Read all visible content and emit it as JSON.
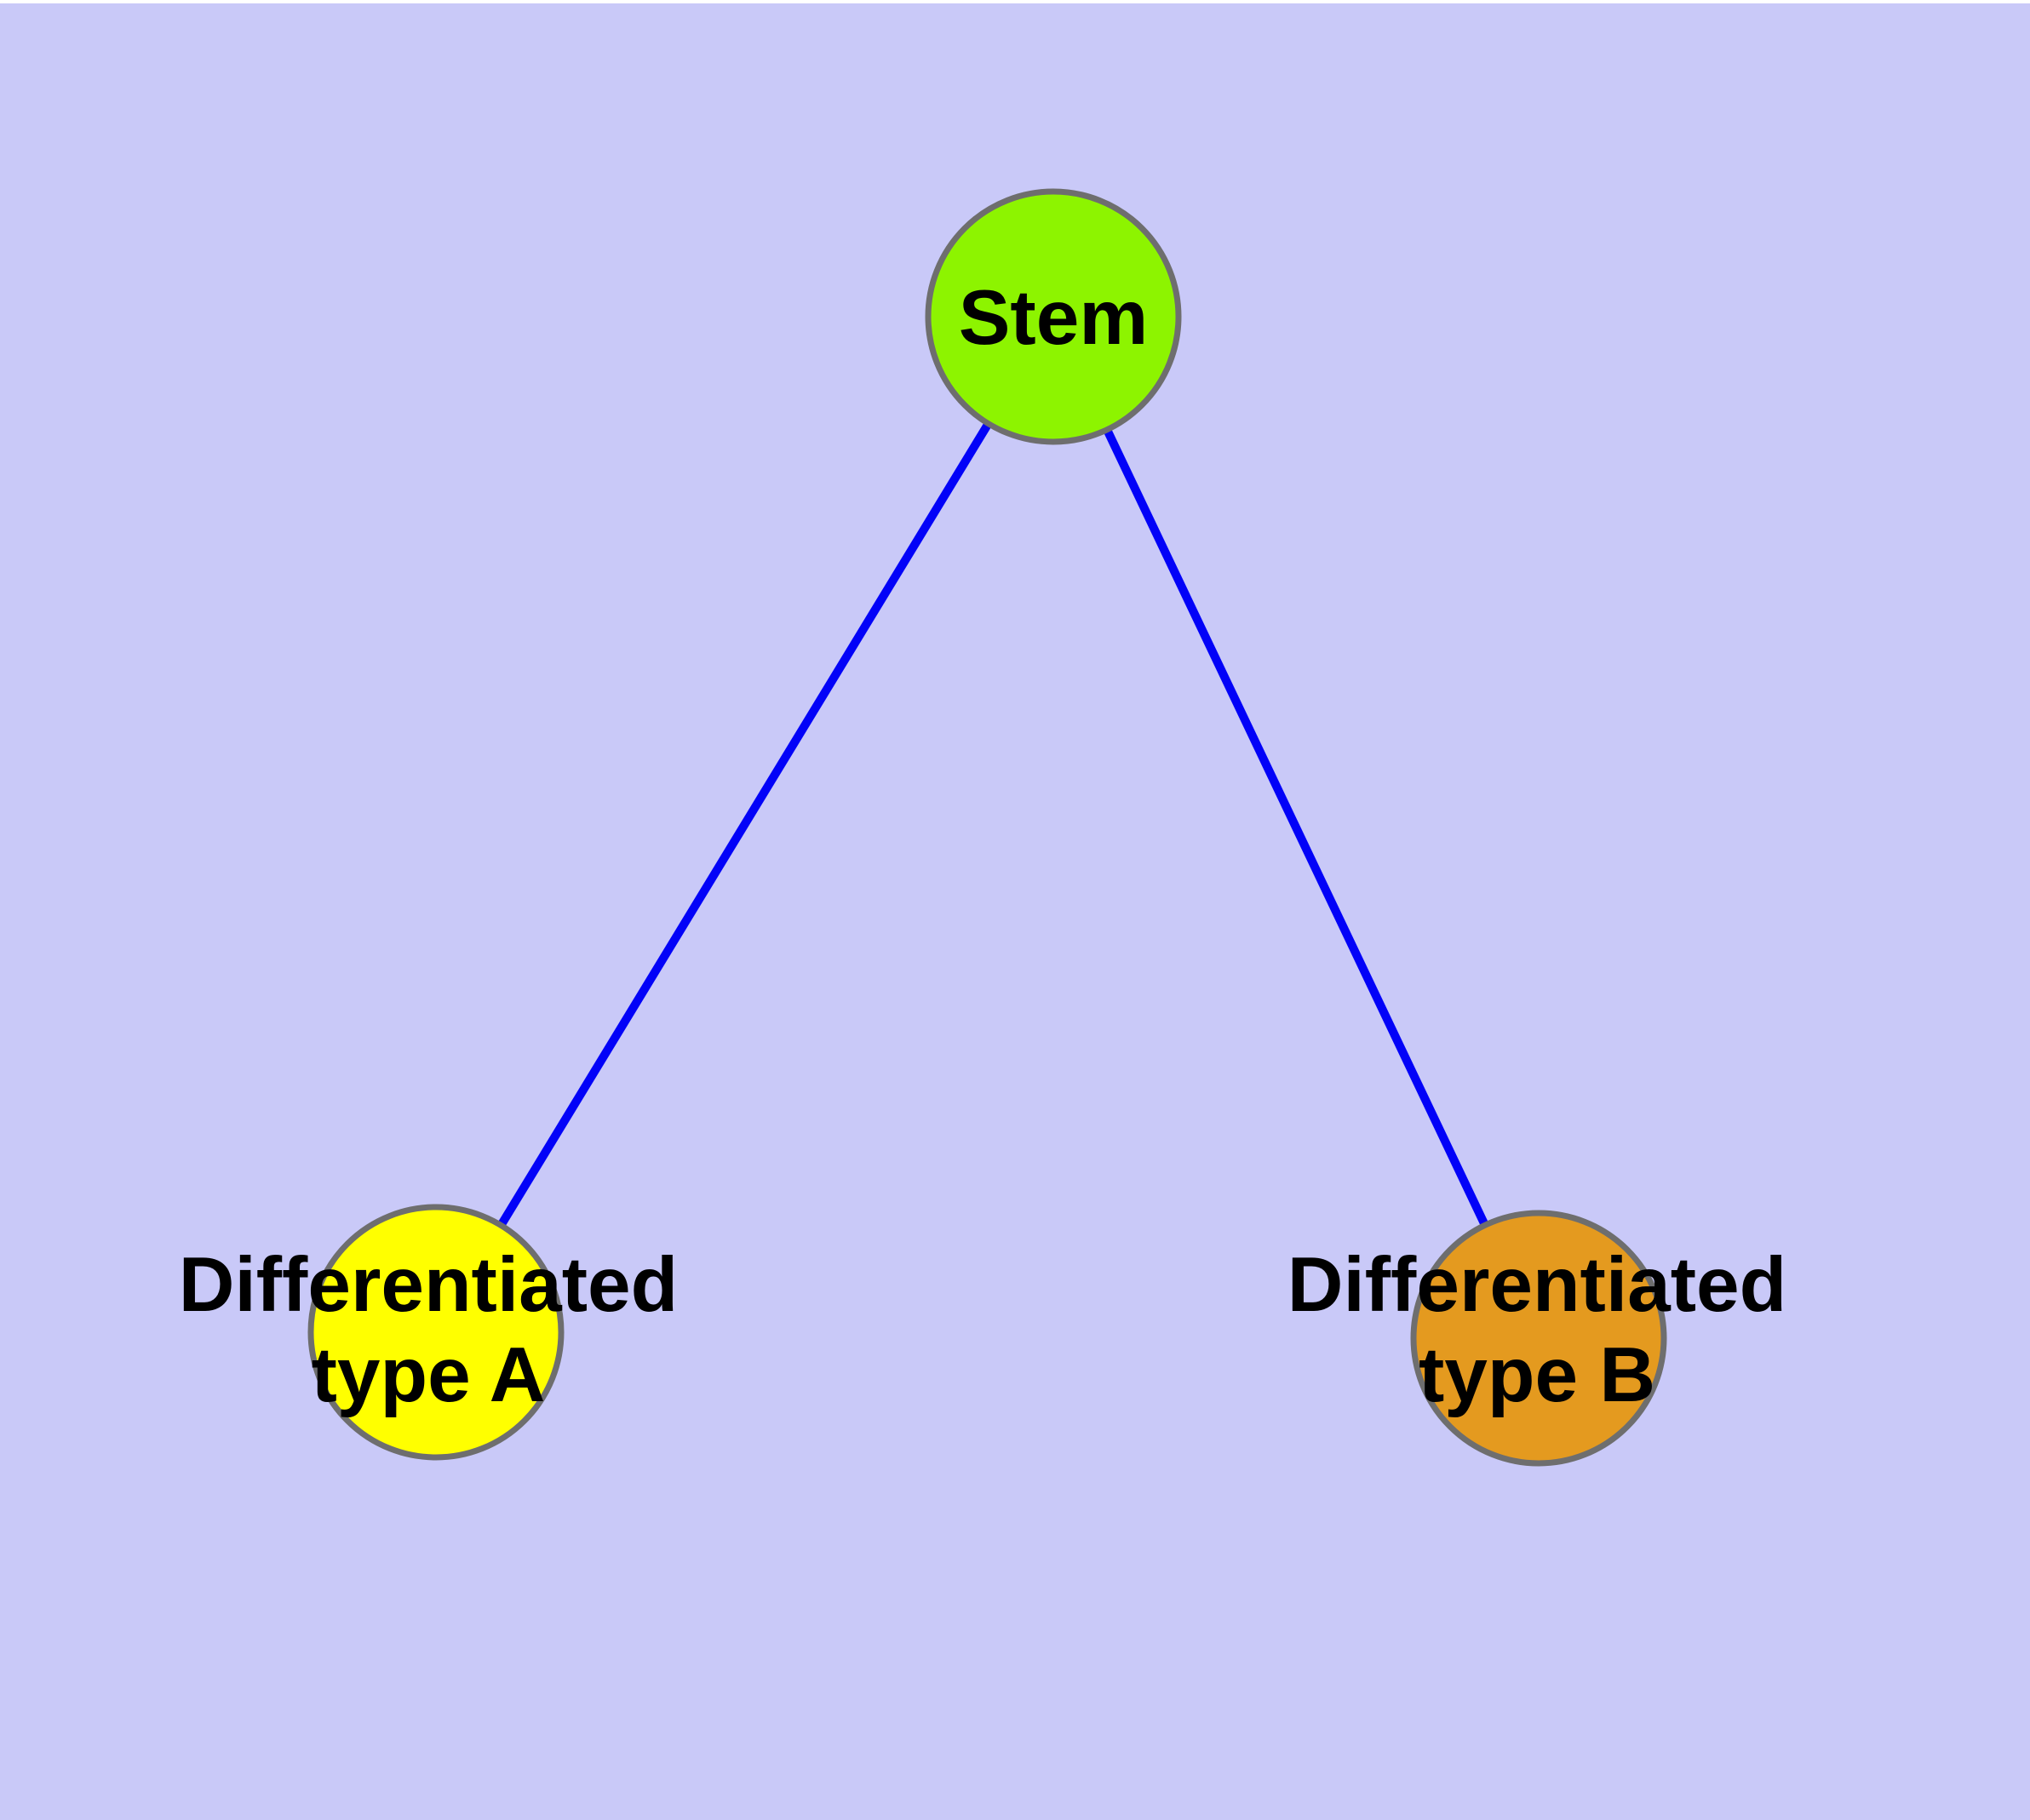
{
  "canvas": {
    "background_color": "#c9c9f8",
    "edge_color": "#0202f8",
    "edge_width": "10",
    "node_border_color": "#6e6e6e",
    "node_border_width": "7",
    "label_color": "#000000"
  },
  "nodes": {
    "stem": {
      "label": "Stem",
      "fill": "#8df400"
    },
    "type_a": {
      "label_line1": "Differentiated",
      "label_line2": "type A",
      "fill": "#ffff00"
    },
    "type_b": {
      "label_line1": "Differentiated",
      "label_line2": "type B",
      "fill": "#e49a1f"
    }
  },
  "edges": [
    {
      "from": "Stem",
      "to": "Differentiated type A"
    },
    {
      "from": "Stem",
      "to": "Differentiated type B"
    }
  ]
}
